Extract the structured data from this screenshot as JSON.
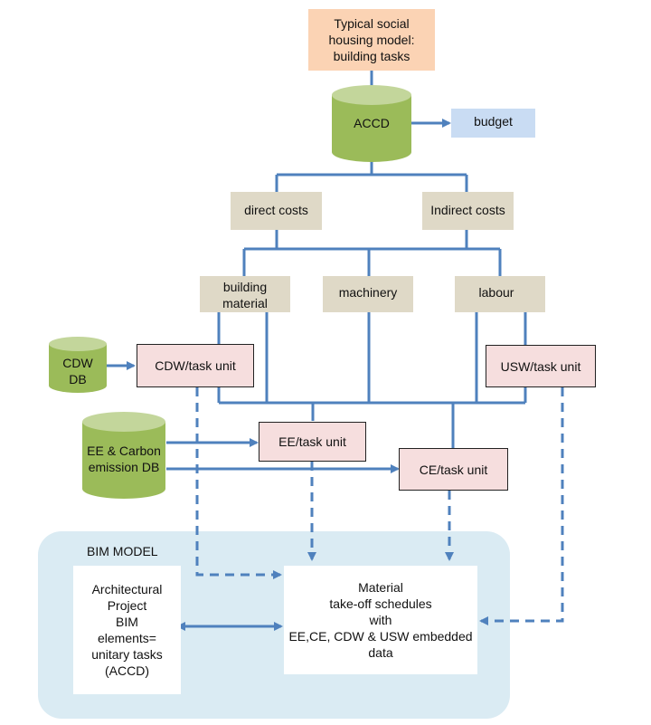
{
  "nodes": {
    "social_housing": "Typical social\nhousing model:\nbuilding tasks",
    "accd": "ACCD",
    "budget": "budget",
    "direct_costs": "direct costs",
    "indirect_costs": "Indirect costs",
    "building_material": "building\nmaterial",
    "machinery": "machinery",
    "labour": "labour",
    "cdw_db": "CDW\nDB",
    "cdw_task": "CDW/task unit",
    "usw_task": "USW/task unit",
    "ee_carbon_db": "EE & Carbon\nemission DB",
    "ee_task": "EE/task unit",
    "ce_task": "CE/task unit",
    "bim_model": "BIM MODEL",
    "architectural": "Architectural\nProject\nBIM\nelements=\nunitary tasks\n(ACCD)",
    "material_schedules": "Material\ntake-off schedules\nwith\nEE,CE, CDW & USW embedded\ndata"
  },
  "colors": {
    "connector": "#4f81bd",
    "cylinder_green": "#9bbb59",
    "budget_blue": "#c9dcf3",
    "top_orange": "#fbd3b4",
    "category_tan": "#dfd9c7",
    "unit_pink": "#f6dede",
    "bim_background": "#daebf3"
  }
}
